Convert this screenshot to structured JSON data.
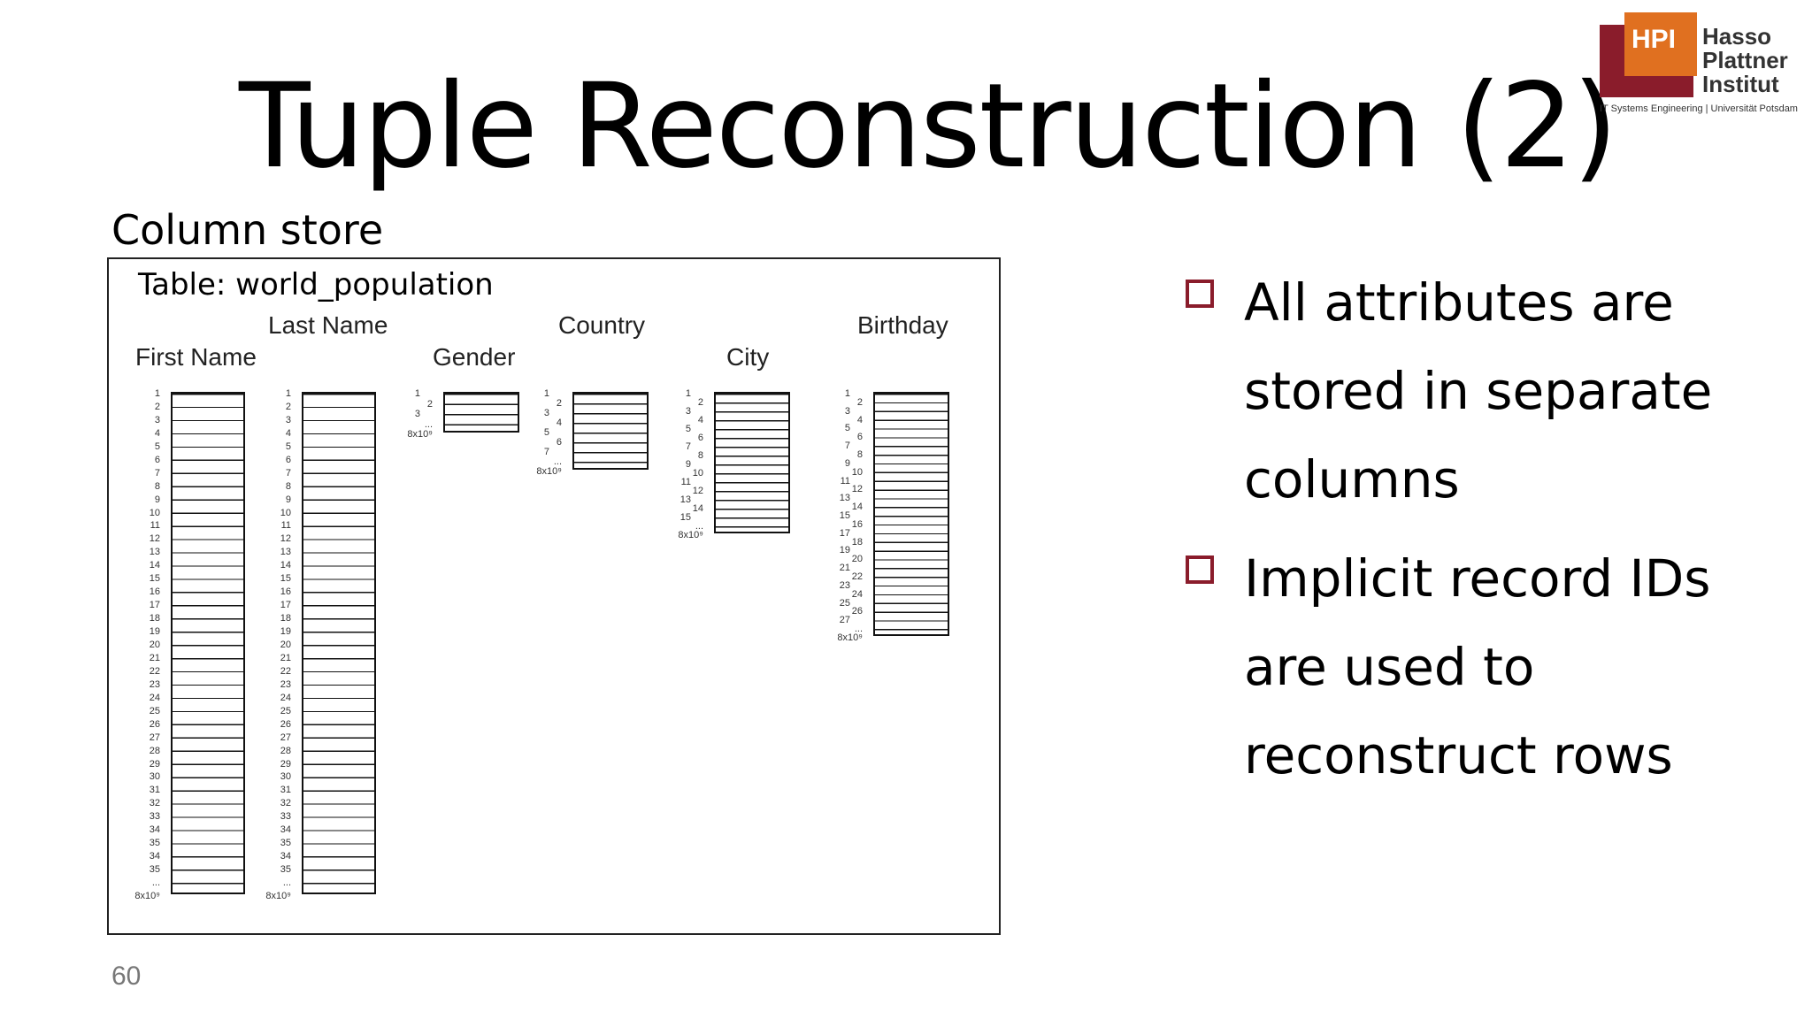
{
  "slide": {
    "title": "Tuple Reconstruction (2)",
    "subtitle": "Column store",
    "page_number": "60",
    "accent_color": "#8a1c2b"
  },
  "logo": {
    "badge": "HPI",
    "name_lines": [
      "Hasso",
      "Plattner",
      "Institut"
    ],
    "subline": "IT Systems Engineering | Universität Potsdam",
    "colors": {
      "dark": "#8a1c2b",
      "orange": "#e07020"
    }
  },
  "figure": {
    "caption": "Table: world_population",
    "columns": [
      {
        "label": "First Name",
        "row_labels": [
          "1",
          "2",
          "3",
          "4",
          "5",
          "6",
          "7",
          "8",
          "9",
          "10",
          "11",
          "12",
          "13",
          "14",
          "15",
          "16",
          "17",
          "18",
          "19",
          "20",
          "21",
          "22",
          "23",
          "24",
          "25",
          "26",
          "27",
          "28",
          "29",
          "30",
          "31",
          "32",
          "33",
          "34",
          "35",
          "34",
          "35",
          "...",
          "8x10⁹"
        ]
      },
      {
        "label": "Last Name",
        "row_labels": [
          "1",
          "2",
          "3",
          "4",
          "5",
          "6",
          "7",
          "8",
          "9",
          "10",
          "11",
          "12",
          "13",
          "14",
          "15",
          "16",
          "17",
          "18",
          "19",
          "20",
          "21",
          "22",
          "23",
          "24",
          "25",
          "26",
          "27",
          "28",
          "29",
          "30",
          "31",
          "32",
          "33",
          "34",
          "35",
          "34",
          "35",
          "...",
          "8x10⁹"
        ]
      },
      {
        "label": "Gender",
        "row_labels": [
          "1",
          "2",
          "3",
          "...",
          "8x10⁹"
        ]
      },
      {
        "label": "Country",
        "row_labels": [
          "1",
          "2",
          "3",
          "4",
          "5",
          "6",
          "7",
          "...",
          "8x10⁹"
        ]
      },
      {
        "label": "City",
        "row_labels": [
          "1",
          "2",
          "3",
          "4",
          "5",
          "6",
          "7",
          "8",
          "9",
          "10",
          "11",
          "12",
          "13",
          "14",
          "15",
          "...",
          "8x10⁹"
        ]
      },
      {
        "label": "Birthday",
        "row_labels": [
          "1",
          "2",
          "3",
          "4",
          "5",
          "6",
          "7",
          "8",
          "9",
          "10",
          "11",
          "12",
          "13",
          "14",
          "15",
          "16",
          "17",
          "18",
          "19",
          "20",
          "21",
          "22",
          "23",
          "24",
          "25",
          "26",
          "27",
          "...",
          "8x10⁹"
        ]
      }
    ]
  },
  "bullets": [
    "All attributes are stored in separate columns",
    "Implicit record IDs are used to reconstruct rows"
  ]
}
